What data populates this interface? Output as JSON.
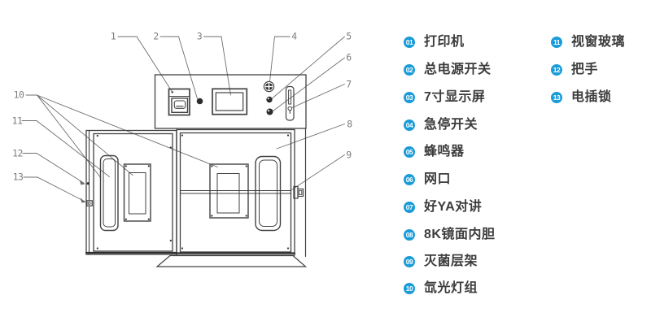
{
  "legend": {
    "badge_color": "#1a9cd9",
    "items": [
      {
        "num": "01",
        "label": "打印机"
      },
      {
        "num": "02",
        "label": "总电源开关"
      },
      {
        "num": "03",
        "label": "7寸显示屏"
      },
      {
        "num": "04",
        "label": "急停开关"
      },
      {
        "num": "05",
        "label": "蜂鸣器"
      },
      {
        "num": "06",
        "label": "网口"
      },
      {
        "num": "07",
        "label": "好YA对讲"
      },
      {
        "num": "08",
        "label": "8K镜面内胆"
      },
      {
        "num": "09",
        "label": "灭菌层架"
      },
      {
        "num": "10",
        "label": "氙光灯组"
      },
      {
        "num": "11",
        "label": "视窗玻璃"
      },
      {
        "num": "12",
        "label": "把手"
      },
      {
        "num": "13",
        "label": "电插锁"
      }
    ]
  },
  "callouts": [
    "1",
    "2",
    "3",
    "4",
    "5",
    "6",
    "7",
    "8",
    "9",
    "10",
    "11",
    "12",
    "13"
  ]
}
